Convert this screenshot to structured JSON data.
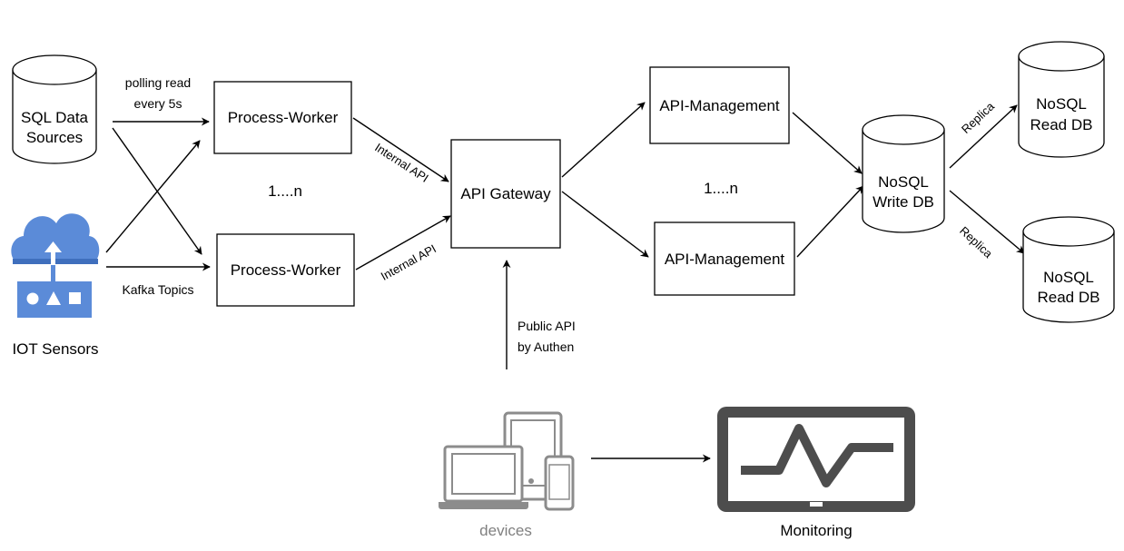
{
  "nodes": {
    "sql_sources": {
      "line1": "SQL Data",
      "line2": "Sources"
    },
    "iot_sensors": {
      "label": "IOT Sensors"
    },
    "process_worker_top": {
      "label": "Process-Worker"
    },
    "process_worker_bottom": {
      "label": "Process-Worker"
    },
    "workers_count": {
      "label": "1....n"
    },
    "api_gateway": {
      "label": "API Gateway"
    },
    "api_management_top": {
      "label": "API-Management"
    },
    "api_management_bottom": {
      "label": "API-Management"
    },
    "management_count": {
      "label": "1....n"
    },
    "nosql_write": {
      "line1": "NoSQL",
      "line2": "Write DB"
    },
    "nosql_read_top": {
      "line1": "NoSQL",
      "line2": "Read DB"
    },
    "nosql_read_bottom": {
      "line1": "NoSQL",
      "line2": "Read DB"
    },
    "devices": {
      "label": "devices"
    },
    "monitoring": {
      "label": "Monitoring"
    }
  },
  "edges": {
    "polling": {
      "line1": "polling read",
      "line2": "every 5s"
    },
    "kafka": {
      "label": "Kafka Topics"
    },
    "internal_api_top": {
      "label": "Internal API"
    },
    "internal_api_bottom": {
      "label": "Internal API"
    },
    "public_api": {
      "line1": "Public API",
      "line2": "by Authen"
    },
    "replica_top": {
      "label": "Replica"
    },
    "replica_bottom": {
      "label": "Replica"
    }
  },
  "colors": {
    "line": "#000000",
    "cloud": "#5b8bd8",
    "cloud_dark": "#3f6fbd",
    "device_grey": "#8c8c8c",
    "monitor_dark": "#4d4d4d"
  },
  "icons": {
    "iot": "cloud-upload-sensor-icon",
    "devices": "laptop-tablet-phone-icon",
    "monitoring": "monitor-heartbeat-icon"
  }
}
